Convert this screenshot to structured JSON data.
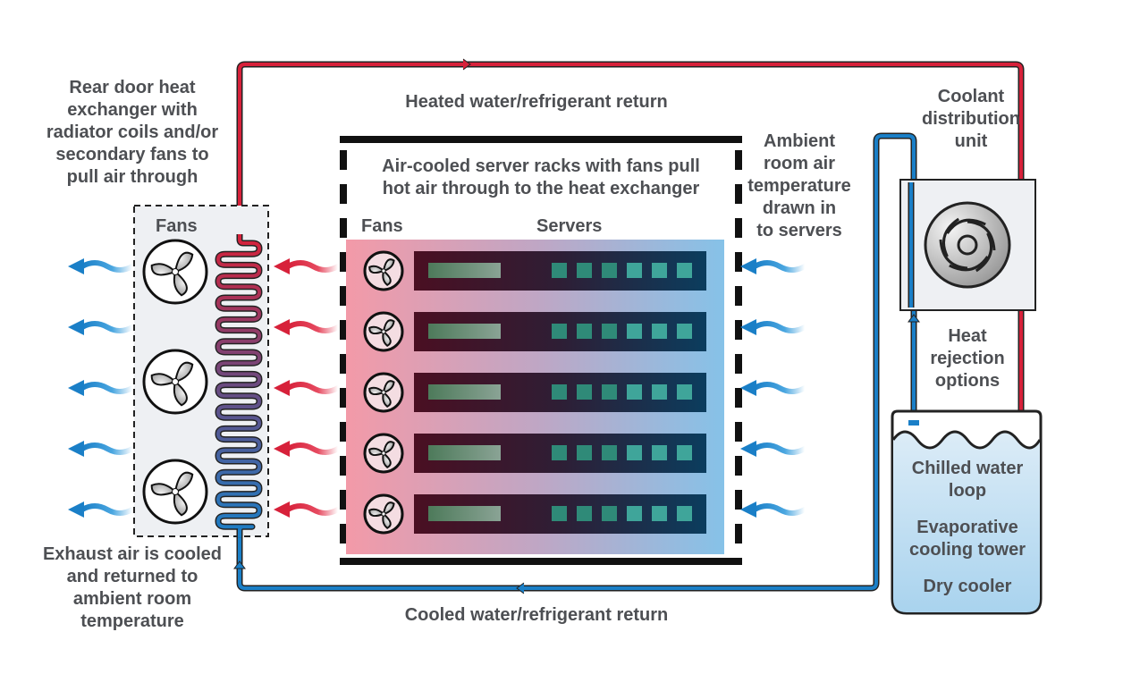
{
  "labels": {
    "rear_door": "Rear door heat\nexchanger with\nradiator coils and/or\nsecondary fans to\npull air through",
    "heated_return": "Heated water/refrigerant return",
    "cooled_return": "Cooled water/refrigerant return",
    "rack_desc": "Air-cooled server racks with fans pull\nhot air through to the heat exchanger",
    "rack_fans": "Fans",
    "rack_servers": "Servers",
    "exchanger_fans": "Fans",
    "ambient": "Ambient\nroom air\ntemperature\ndrawn in\nto servers",
    "cdu": "Coolant\ndistribution\nunit",
    "heat_rejection": "Heat\nrejection\noptions",
    "exhaust": "Exhaust air is cooled\nand returned to\nambient room\ntemperature",
    "rejection_options": [
      "Chilled water\nloop",
      "Evaporative\ncooling tower",
      "Dry cooler"
    ]
  },
  "server_count": 5,
  "server_indicator_count": 6,
  "exchanger_fan_count": 3,
  "colors": {
    "hot": "#d7213a",
    "cold": "#1a7fc7",
    "text": "#4d4f53",
    "rack_hot": "#f39aa8",
    "rack_cold": "#86c2e8"
  }
}
